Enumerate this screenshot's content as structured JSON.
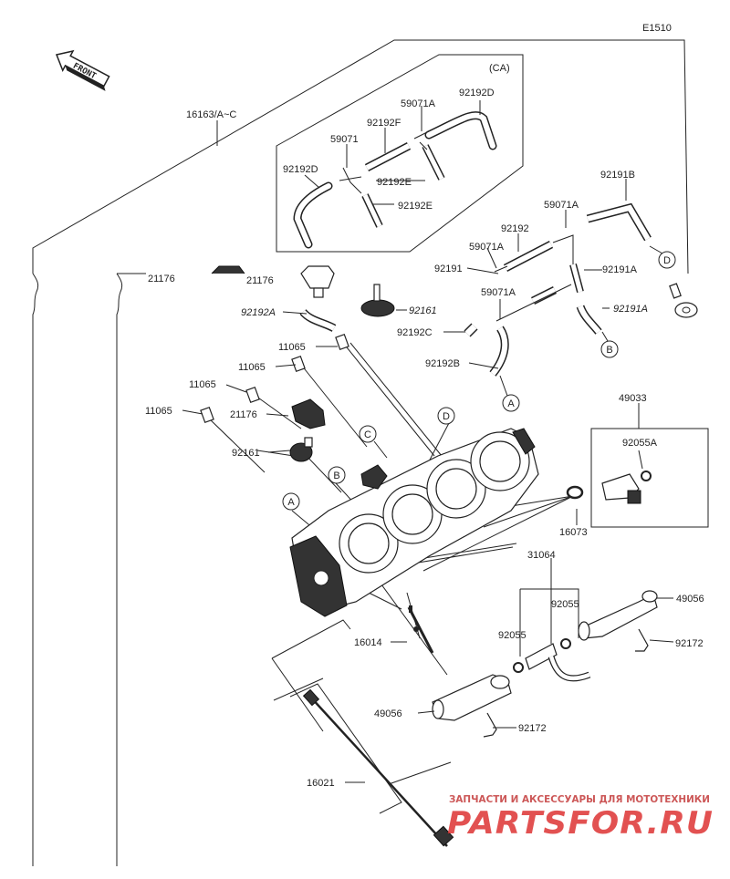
{
  "diagram_code": "E1510",
  "front_label": "FRONT",
  "group_label": "(CA)",
  "watermark": {
    "line1": "ЗАПЧАСТИ И АКСЕССУАРЫ ДЛЯ МОТОТЕХНИКИ",
    "line2": "PARTSFOR.RU"
  },
  "parts": {
    "p16163": "16163/A~C",
    "p92192D_a": "92192D",
    "p59071A_a": "59071A",
    "p92192F": "92192F",
    "p59071": "59071",
    "p92192D_b": "92192D",
    "p92192E_a": "92192E",
    "p92192E_b": "92192E",
    "p92191B": "92191B",
    "p59071A_b": "59071A",
    "p92192": "92192",
    "p59071A_c": "59071A",
    "p92191": "92191",
    "p92191A_a": "92191A",
    "p59071A_d": "59071A",
    "p92191A_b": "92191A",
    "p21176_a": "21176",
    "p21176_b": "21176",
    "p92192A": "92192A",
    "p92161_a": "92161",
    "p92192C": "92192C",
    "p11065_a": "11065",
    "p11065_b": "11065",
    "p11065_c": "11065",
    "p11065_d": "11065",
    "p92192B": "92192B",
    "p21176_c": "21176",
    "p49033": "49033",
    "p92055A": "92055A",
    "p92161_b": "92161",
    "p16073": "16073",
    "p31064": "31064",
    "p92055_a": "92055",
    "p92055_b": "92055",
    "p49056_a": "49056",
    "p92172_a": "92172",
    "p16014": "16014",
    "p49056_b": "49056",
    "p92172_b": "92172",
    "p16021": "16021"
  },
  "refs": {
    "A": "A",
    "B": "B",
    "C": "C",
    "D": "D"
  }
}
